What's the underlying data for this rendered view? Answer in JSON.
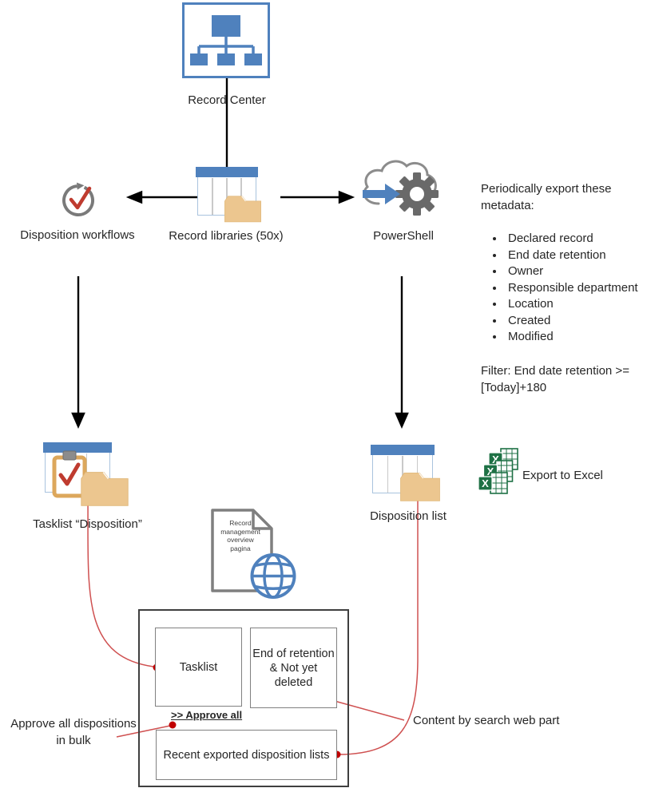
{
  "colors": {
    "accent_blue": "#4f81bd",
    "folder_tan": "#ecc68f",
    "clipboard_tan": "#dca75c",
    "red_dot": "#c00000",
    "red_line": "#cf5050",
    "check_red": "#bf3b2f",
    "gray_icon": "#7a7a7a",
    "excel_green": "#1e7145",
    "text": "#262626"
  },
  "nodes": {
    "record_center": {
      "label": "Record Center"
    },
    "disposition_workflows": {
      "label": "Disposition workflows"
    },
    "record_libraries": {
      "label": "Record libraries (50x)"
    },
    "powershell": {
      "label": "PowerShell"
    },
    "tasklist_disposition": {
      "label": "Tasklist “Disposition”"
    },
    "disposition_list": {
      "label": "Disposition list"
    },
    "export_to_excel": {
      "label": "Export to Excel"
    },
    "overview_page": {
      "label": "Record\nmanagement\noverview\npagina"
    }
  },
  "metadata_panel": {
    "title": "Periodically export these\nmetadata:",
    "items": [
      "Declared record",
      "End date retention",
      "Owner",
      "Responsible department",
      "Location",
      "Created",
      "Modified"
    ],
    "filter": "Filter: End date retention >=\n[Today]+180"
  },
  "dashboard": {
    "tasklist_box": "Tasklist",
    "end_of_retention_box": "End of retention\n& Not yet\ndeleted",
    "approve_all_link": ">> Approve all",
    "recent_exports_box": "Recent exported disposition lists"
  },
  "annotations": {
    "approve_bulk": "Approve all dispositions\nin bulk",
    "content_by_search": "Content by search web part"
  }
}
